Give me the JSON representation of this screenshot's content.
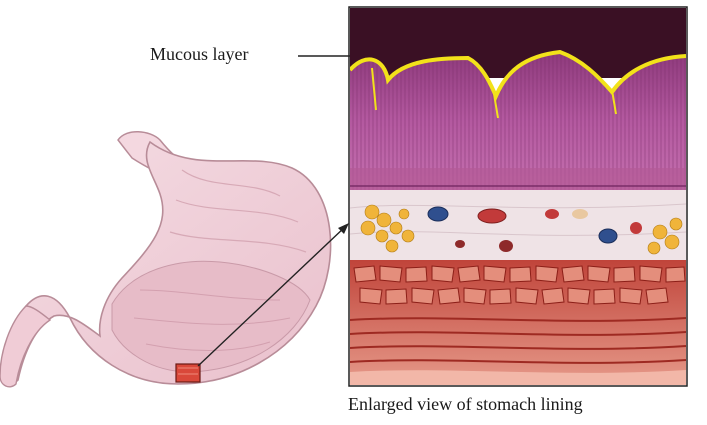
{
  "labels": {
    "mucous_layer": "Mucous layer",
    "caption": "Enlarged view of stomach lining"
  },
  "colors": {
    "stomach_fill": "#f2d3dc",
    "stomach_outline": "#b88c98",
    "stomach_inner": "#e7bcc8",
    "lumen_dark": "#3a1024",
    "mucosa": "#a64a8f",
    "mucosa_light": "#c06aa8",
    "mucus_yellow": "#f2e21a",
    "submucosa": "#efe3e6",
    "fat_yellow": "#f0b43a",
    "muscle_red": "#b3322a",
    "muscle_light": "#e48e7c",
    "marker_red": "#d9483a"
  },
  "icons": [
    "stomach-illustration",
    "tissue-cross-section",
    "zoom-marker-square"
  ]
}
